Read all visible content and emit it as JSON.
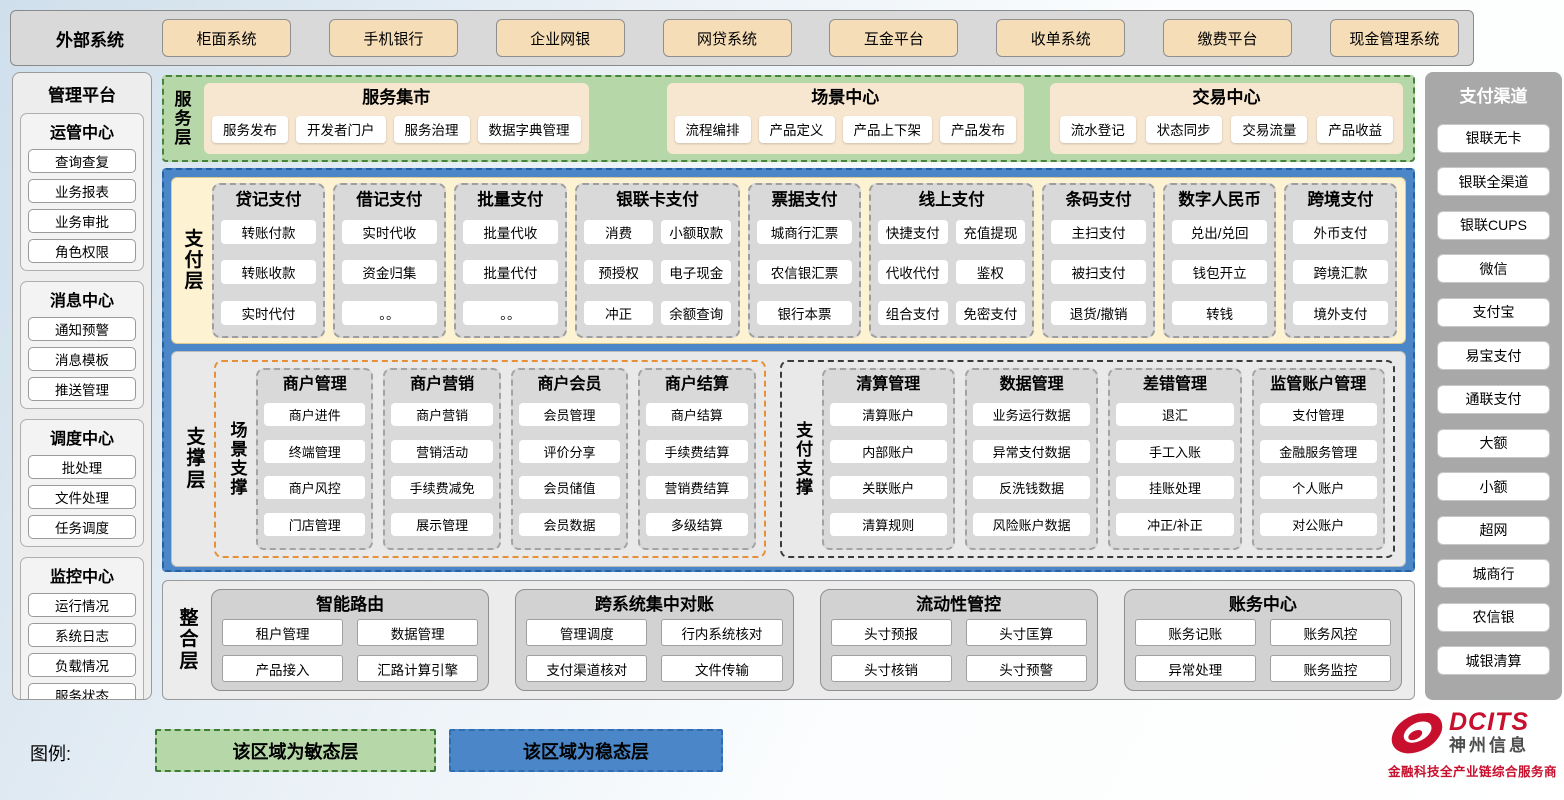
{
  "external_systems": {
    "title": "外部系统",
    "items": [
      "柜面系统",
      "手机银行",
      "企业网银",
      "网贷系统",
      "互金平台",
      "收单系统",
      "缴费平台",
      "现金管理系统"
    ]
  },
  "management_platform": {
    "title": "管理平台",
    "groups": [
      {
        "title": "运管中心",
        "items": [
          "查询查复",
          "业务报表",
          "业务审批",
          "角色权限"
        ]
      },
      {
        "title": "消息中心",
        "items": [
          "通知预警",
          "消息模板",
          "推送管理"
        ]
      },
      {
        "title": "调度中心",
        "items": [
          "批处理",
          "文件处理",
          "任务调度"
        ]
      },
      {
        "title": "监控中心",
        "items": [
          "运行情况",
          "系统日志",
          "负载情况",
          "服务状态"
        ]
      }
    ]
  },
  "service_layer": {
    "label": "服务层",
    "groups": [
      {
        "title": "服务集市",
        "items": [
          "服务发布",
          "开发者门户",
          "服务治理",
          "数据字典管理"
        ]
      },
      {
        "title": "场景中心",
        "items": [
          "流程编排",
          "产品定义",
          "产品上下架",
          "产品发布"
        ]
      },
      {
        "title": "交易中心",
        "items": [
          "流水登记",
          "状态同步",
          "交易流量",
          "产品收益"
        ]
      }
    ]
  },
  "payment_layer": {
    "label": "支付层",
    "columns": [
      {
        "title": "贷记支付",
        "cols": 1,
        "items": [
          "转账付款",
          "转账收款",
          "实时代付"
        ]
      },
      {
        "title": "借记支付",
        "cols": 1,
        "items": [
          "实时代收",
          "资金归集",
          "。。"
        ]
      },
      {
        "title": "批量支付",
        "cols": 1,
        "items": [
          "批量代收",
          "批量代付",
          "。。"
        ]
      },
      {
        "title": "银联卡支付",
        "cols": 2,
        "items": [
          "消费",
          "小额取款",
          "预授权",
          "电子现金",
          "冲正",
          "余额查询"
        ]
      },
      {
        "title": "票据支付",
        "cols": 1,
        "items": [
          "城商行汇票",
          "农信银汇票",
          "银行本票"
        ]
      },
      {
        "title": "线上支付",
        "cols": 2,
        "items": [
          "快捷支付",
          "充值提现",
          "代收代付",
          "鉴权",
          "组合支付",
          "免密支付"
        ]
      },
      {
        "title": "条码支付",
        "cols": 1,
        "items": [
          "主扫支付",
          "被扫支付",
          "退货/撤销"
        ]
      },
      {
        "title": "数字人民币",
        "cols": 1,
        "items": [
          "兑出/兑回",
          "钱包开立",
          "转钱"
        ]
      },
      {
        "title": "跨境支付",
        "cols": 1,
        "items": [
          "外币支付",
          "跨境汇款",
          "境外支付"
        ]
      }
    ]
  },
  "support_layer": {
    "label": "支撑层",
    "sections": [
      {
        "label": "场景支撑",
        "accent": "orange",
        "columns": [
          {
            "title": "商户管理",
            "items": [
              "商户进件",
              "终端管理",
              "商户风控",
              "门店管理"
            ]
          },
          {
            "title": "商户营销",
            "items": [
              "商户营销",
              "营销活动",
              "手续费减免",
              "展示管理"
            ]
          },
          {
            "title": "商户会员",
            "items": [
              "会员管理",
              "评价分享",
              "会员储值",
              "会员数据"
            ]
          },
          {
            "title": "商户结算",
            "items": [
              "商户结算",
              "手续费结算",
              "营销费结算",
              "多级结算"
            ]
          }
        ]
      },
      {
        "label": "支付支撑",
        "accent": "dark",
        "columns": [
          {
            "title": "清算管理",
            "items": [
              "清算账户",
              "内部账户",
              "关联账户",
              "清算规则"
            ]
          },
          {
            "title": "数据管理",
            "items": [
              "业务运行数据",
              "异常支付数据",
              "反洗钱数据",
              "风险账户数据"
            ]
          },
          {
            "title": "差错管理",
            "items": [
              "退汇",
              "手工入账",
              "挂账处理",
              "冲正/补正"
            ]
          },
          {
            "title": "监管账户管理",
            "items": [
              "支付管理",
              "金融服务管理",
              "个人账户",
              "对公账户"
            ]
          }
        ]
      }
    ]
  },
  "integration_layer": {
    "label": "整合层",
    "groups": [
      {
        "title": "智能路由",
        "items": [
          "租户管理",
          "数据管理",
          "产品接入",
          "汇路计算引擎"
        ]
      },
      {
        "title": "跨系统集中对账",
        "items": [
          "管理调度",
          "行内系统核对",
          "支付渠道核对",
          "文件传输"
        ]
      },
      {
        "title": "流动性管控",
        "items": [
          "头寸预报",
          "头寸匡算",
          "头寸核销",
          "头寸预警"
        ]
      },
      {
        "title": "账务中心",
        "items": [
          "账务记账",
          "账务风控",
          "异常处理",
          "账务监控"
        ]
      }
    ]
  },
  "payment_channels": {
    "title": "支付渠道",
    "items": [
      "银联无卡",
      "银联全渠道",
      "银联CUPS",
      "微信",
      "支付宝",
      "易宝支付",
      "通联支付",
      "大额",
      "小额",
      "超网",
      "城商行",
      "农信银",
      "城银清算"
    ]
  },
  "legend": {
    "label": "图例:",
    "items": [
      {
        "text": "该区域为敏态层",
        "type": "agile"
      },
      {
        "text": "该区域为稳态层",
        "type": "stable"
      }
    ]
  },
  "logo": {
    "brand": "DCITS",
    "name": "神州信息",
    "tagline": "金融科技全产业链综合服务商"
  },
  "colors": {
    "agile_green": "#b6d7a8",
    "stable_blue": "#4a86c8",
    "payment_yellow": "#fdf3d2",
    "panel_gray": "#d9d9d9",
    "tan_button": "#f5ddb8",
    "brand_red": "#c8102e"
  }
}
